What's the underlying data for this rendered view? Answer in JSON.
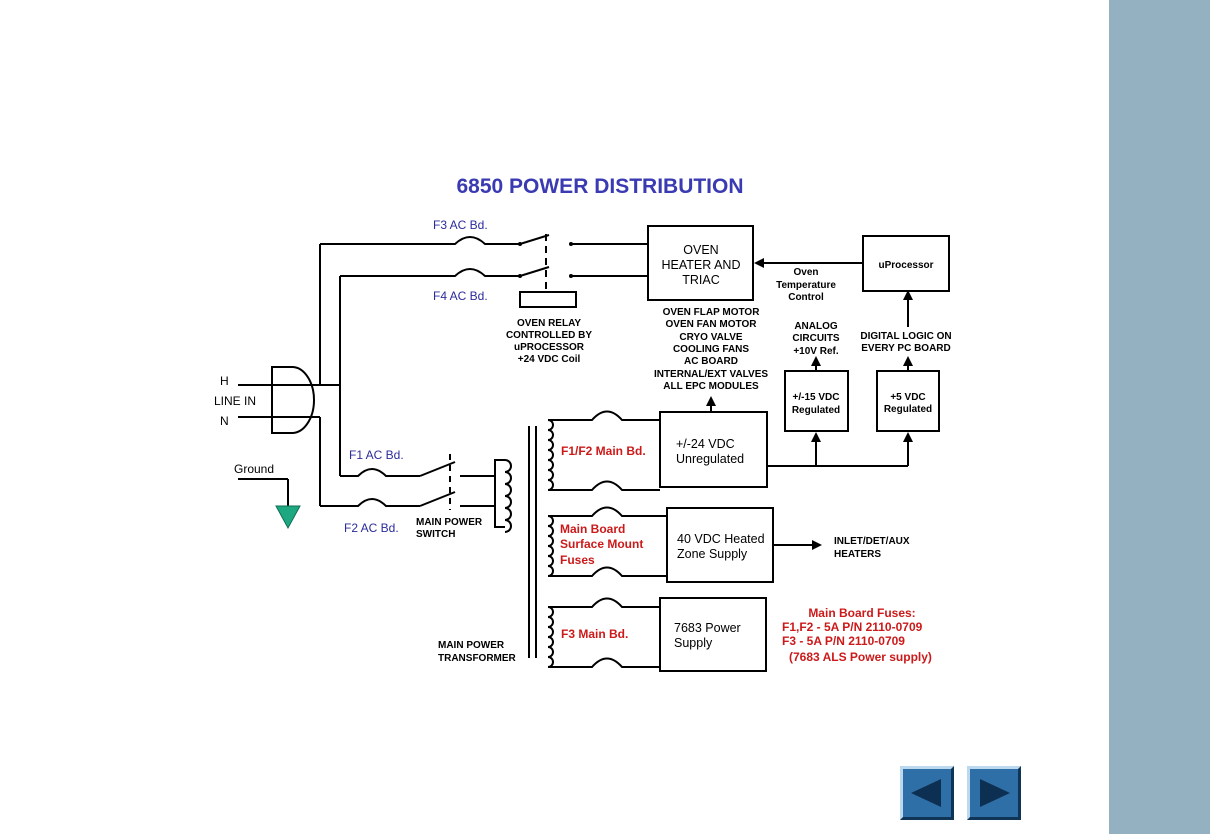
{
  "title": "6850 POWER DISTRIBUTION",
  "labels": {
    "f3_ac": "F3 AC Bd.",
    "f4_ac": "F4 AC Bd.",
    "f1_ac": "F1 AC Bd.",
    "f2_ac": "F2 AC Bd.",
    "h": "H",
    "line_in": "LINE IN",
    "n": "N",
    "ground": "Ground",
    "relay": [
      "OVEN RELAY",
      "CONTROLLED BY",
      "uPROCESSOR",
      "+24 VDC Coil"
    ],
    "switch": [
      "MAIN POWER",
      "SWITCH"
    ],
    "transformer": [
      "MAIN POWER",
      "TRANSFORMER"
    ],
    "f1f2_main": "F1/F2 Main Bd.",
    "surface": [
      "Main Board",
      "Surface Mount",
      "Fuses"
    ],
    "f3_main": "F3 Main Bd.",
    "loads": [
      "OVEN FLAP MOTOR",
      "OVEN FAN MOTOR",
      "CRYO VALVE",
      "COOLING FANS",
      "AC BOARD",
      "INTERNAL/EXT VALVES",
      "ALL EPC MODULES"
    ],
    "oven_temp": [
      "Oven",
      "Temperature",
      "Control"
    ],
    "analog": [
      "ANALOG",
      "CIRCUITS",
      "+10V Ref."
    ],
    "digital": [
      "DIGITAL LOGIC ON",
      "EVERY PC BOARD"
    ],
    "heaters": [
      "INLET/DET/AUX",
      "HEATERS"
    ],
    "fuse_notes": [
      "Main Board Fuses:",
      "F1,F2 -  5A P/N 2110-0709",
      "F3      - 5A P/N 2110-0709",
      "(7683 ALS Power supply)"
    ]
  },
  "boxes": {
    "oven": [
      "OVEN",
      "HEATER AND",
      "TRIAC"
    ],
    "uprocessor": "uProcessor",
    "pm15": [
      "+/-15 VDC",
      "Regulated"
    ],
    "p5": [
      "+5 VDC",
      "Regulated"
    ],
    "unreg": [
      "+/-24 VDC",
      "Unregulated"
    ],
    "heated": [
      "40 VDC Heated",
      "Zone Supply"
    ],
    "ps7683": [
      "7683 Power",
      "Supply"
    ]
  },
  "nav": {
    "prev": "previous-arrow",
    "next": "next-arrow"
  },
  "colors": {
    "sidebar": "#93b1c1",
    "title": "#3a3ab2",
    "fuse_blue": "#2b2b9c",
    "red": "#cc1a1a",
    "ground": "#1ea882",
    "nav": "#2f6fa8"
  }
}
